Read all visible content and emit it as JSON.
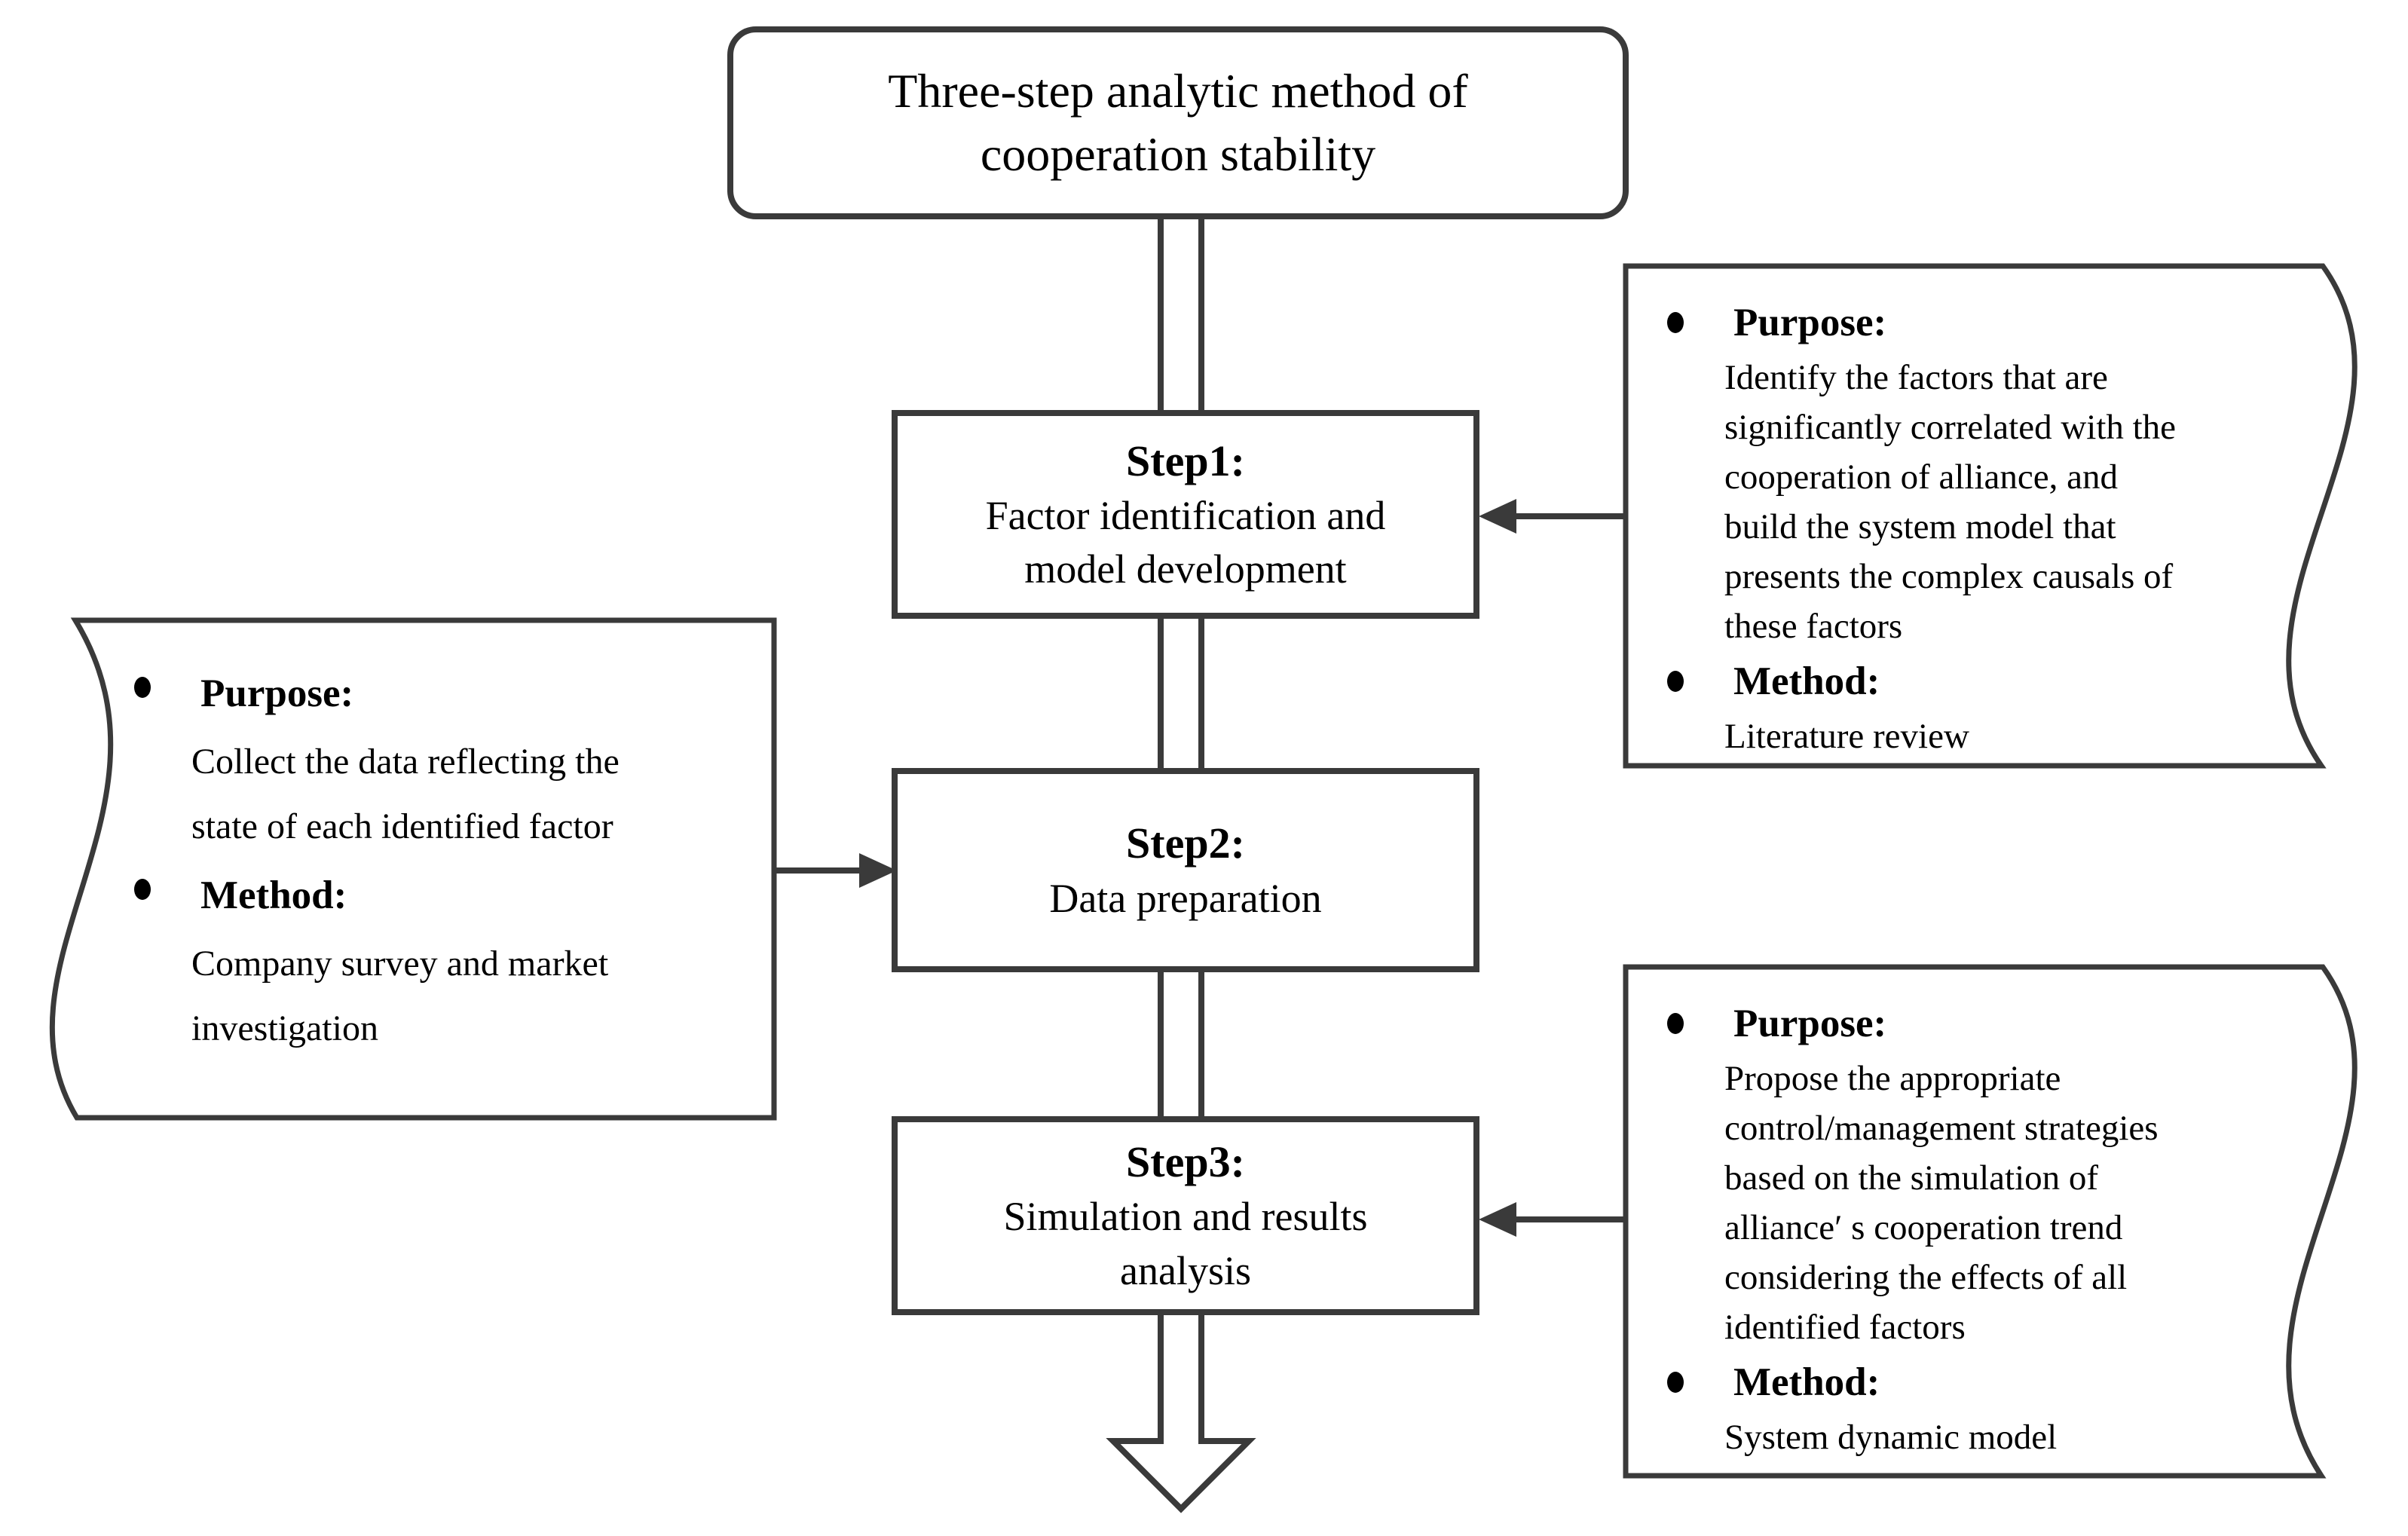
{
  "diagram": {
    "title": "Three-step analytic method of\ncooperation stability",
    "steps": [
      {
        "heading": "Step1:",
        "body": "Factor identification and\nmodel development"
      },
      {
        "heading": "Step2:",
        "body": "Data preparation"
      },
      {
        "heading": "Step3:",
        "body": "Simulation and results\nanalysis"
      }
    ],
    "notes": [
      {
        "for": "Step1",
        "items": [
          {
            "heading": "Purpose:",
            "body": "Identify the factors that are\nsignificantly correlated with the\ncooperation of alliance, and\nbuild the system model that\npresents the complex causals of\nthese factors"
          },
          {
            "heading": "Method:",
            "body": "Literature review"
          }
        ]
      },
      {
        "for": "Step2",
        "items": [
          {
            "heading": "Purpose:",
            "body": "Collect the data reflecting the\nstate of each identified factor"
          },
          {
            "heading": "Method:",
            "body": "Company survey and market\ninvestigation"
          }
        ]
      },
      {
        "for": "Step3",
        "items": [
          {
            "heading": "Purpose:",
            "body": "Propose the appropriate\ncontrol/management strategies\nbased on the simulation of\nalliance′ s cooperation trend\nconsidering the effects of all\nidentified factors"
          },
          {
            "heading": "Method:",
            "body": "System dynamic model"
          }
        ]
      }
    ],
    "colors": {
      "line": "#3a3a3a",
      "text": "#000000",
      "background": "#ffffff"
    }
  }
}
